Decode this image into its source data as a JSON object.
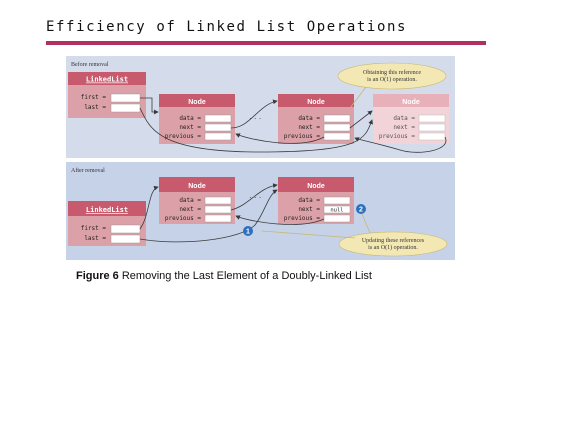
{
  "title": "Efficiency of Linked List Operations",
  "accent_color": "#b03060",
  "panel_colors": {
    "before": "#d4dcec",
    "after": "#c5d2e8"
  },
  "node_colors": {
    "header": "#c75a6c",
    "body": "#dca0a8",
    "faded_header": "#e8b0b8",
    "faded_body": "#f2d4d8"
  },
  "before": {
    "label": "Before removal",
    "linkedlist": {
      "header": "LinkedList",
      "fields": [
        "first =",
        "last ="
      ]
    },
    "nodes": [
      {
        "header": "Node",
        "fields": [
          "data =",
          "next =",
          "previous ="
        ]
      },
      {
        "header": "Node",
        "fields": [
          "data =",
          "next =",
          "previous ="
        ]
      },
      {
        "header": "Node",
        "fields": [
          "data =",
          "next =",
          "previous ="
        ]
      }
    ],
    "callout": "Obtaining this reference is an O(1) operation."
  },
  "after": {
    "label": "After removal",
    "linkedlist": {
      "header": "LinkedList",
      "fields": [
        "first =",
        "last ="
      ]
    },
    "nodes": [
      {
        "header": "Node",
        "fields": [
          "data =",
          "next =",
          "previous ="
        ]
      },
      {
        "header": "Node",
        "fields": [
          "data =",
          "next =",
          "previous ="
        ]
      }
    ],
    "null_value": "null",
    "markers": [
      "1",
      "2"
    ],
    "callout": "Updating these references is an O(1) operation."
  },
  "dots": "· · ·",
  "caption": {
    "figure": "Figure 6",
    "text": "Removing the Last Element of a Doubly-Linked List"
  }
}
